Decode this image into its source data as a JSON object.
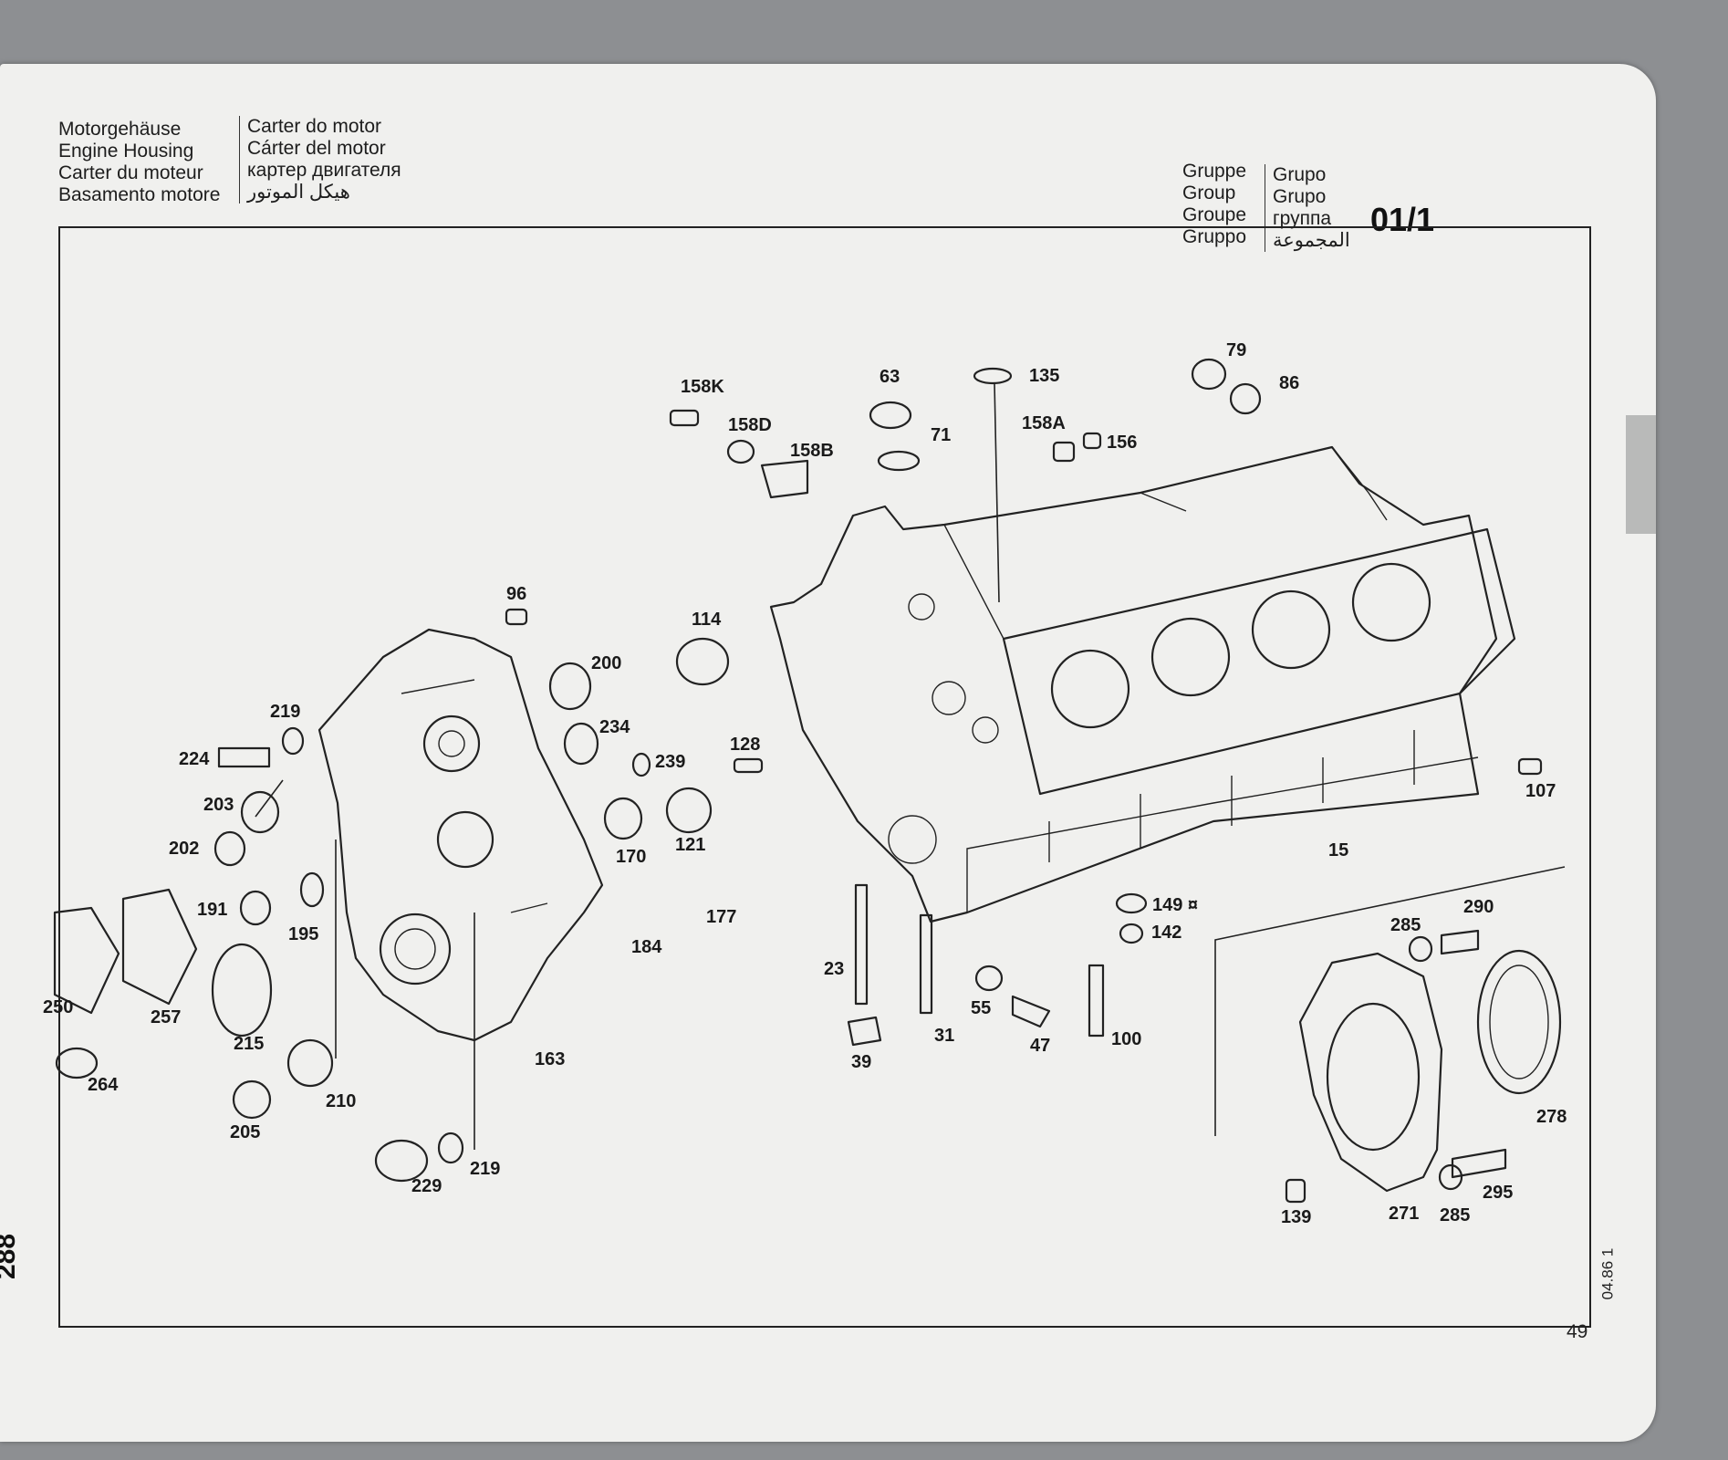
{
  "header": {
    "title_lines": [
      "Motorgehäuse",
      "Engine Housing",
      "Carter du moteur",
      "Basamento motore"
    ],
    "title_lines_2": [
      "Carter do motor",
      "Cárter del motor",
      "картер двигателя",
      "هيكل الموتور"
    ],
    "group_lines": [
      "Gruppe",
      "Group",
      "Groupe",
      "Gruppo"
    ],
    "group_lines_2": [
      "Grupo",
      "Grupo",
      "группа",
      "المجموعة"
    ],
    "group_number": "01/1"
  },
  "page": {
    "spine_number": "288",
    "date_code": "04.86 1",
    "page_number": "49"
  },
  "callouts": [
    {
      "id": "c158k",
      "text": "158K"
    },
    {
      "id": "c158d",
      "text": "158D"
    },
    {
      "id": "c158b",
      "text": "158B"
    },
    {
      "id": "c63",
      "text": "63"
    },
    {
      "id": "c71",
      "text": "71"
    },
    {
      "id": "c135",
      "text": "135"
    },
    {
      "id": "c158a",
      "text": "158A"
    },
    {
      "id": "c156",
      "text": "156"
    },
    {
      "id": "c79",
      "text": "79"
    },
    {
      "id": "c86",
      "text": "86"
    },
    {
      "id": "c96",
      "text": "96"
    },
    {
      "id": "c114",
      "text": "114"
    },
    {
      "id": "c200",
      "text": "200"
    },
    {
      "id": "c234",
      "text": "234"
    },
    {
      "id": "c239",
      "text": "239"
    },
    {
      "id": "c128",
      "text": "128"
    },
    {
      "id": "c219a",
      "text": "219"
    },
    {
      "id": "c224",
      "text": "224"
    },
    {
      "id": "c203",
      "text": "203"
    },
    {
      "id": "c202",
      "text": "202"
    },
    {
      "id": "c170",
      "text": "170"
    },
    {
      "id": "c121",
      "text": "121"
    },
    {
      "id": "c107",
      "text": "107"
    },
    {
      "id": "c15",
      "text": "15"
    },
    {
      "id": "c191",
      "text": "191"
    },
    {
      "id": "c195",
      "text": "195"
    },
    {
      "id": "c184",
      "text": "184"
    },
    {
      "id": "c177",
      "text": "177"
    },
    {
      "id": "c149",
      "text": "149 ¤"
    },
    {
      "id": "c142",
      "text": "142"
    },
    {
      "id": "c285a",
      "text": "285"
    },
    {
      "id": "c290",
      "text": "290"
    },
    {
      "id": "c250",
      "text": "250"
    },
    {
      "id": "c257",
      "text": "257"
    },
    {
      "id": "c215",
      "text": "215"
    },
    {
      "id": "c23",
      "text": "23"
    },
    {
      "id": "c31",
      "text": "31"
    },
    {
      "id": "c55",
      "text": "55"
    },
    {
      "id": "c47",
      "text": "47"
    },
    {
      "id": "c100",
      "text": "100"
    },
    {
      "id": "c39",
      "text": "39"
    },
    {
      "id": "c163",
      "text": "163"
    },
    {
      "id": "c264",
      "text": "264"
    },
    {
      "id": "c210",
      "text": "210"
    },
    {
      "id": "c205",
      "text": "205"
    },
    {
      "id": "c278",
      "text": "278"
    },
    {
      "id": "c229",
      "text": "229"
    },
    {
      "id": "c219b",
      "text": "219"
    },
    {
      "id": "c295",
      "text": "295"
    },
    {
      "id": "c139",
      "text": "139"
    },
    {
      "id": "c271",
      "text": "271"
    },
    {
      "id": "c285b",
      "text": "285"
    }
  ]
}
